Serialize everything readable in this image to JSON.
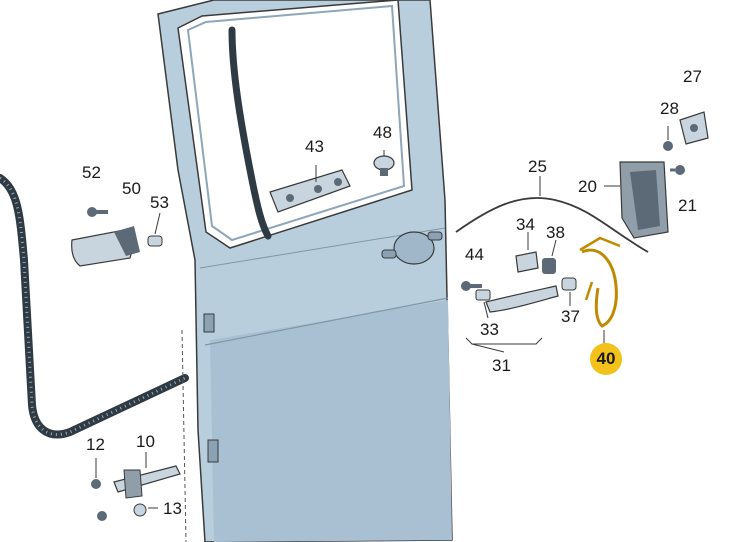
{
  "diagram": {
    "colors": {
      "door_panel": "#b9cedd",
      "door_shade": "#9fb7c9",
      "outline": "#3a3a3a",
      "seal": "#2e3b45",
      "part_fill": "#c9d5de",
      "part_dark": "#5b6a76",
      "highlight": "#f2c21b",
      "highlight_stroke": "#c08a00"
    },
    "callouts": {
      "c27": "27",
      "c28": "28",
      "c48": "48",
      "c43": "43",
      "c25": "25",
      "c52": "52",
      "c50": "50",
      "c53": "53",
      "c20": "20",
      "c21": "21",
      "c34": "34",
      "c38": "38",
      "c44": "44",
      "c33": "33",
      "c31": "31",
      "c37": "37",
      "c40": "40",
      "c12": "12",
      "c10": "10",
      "c13": "13"
    },
    "highlighted_part": "40"
  }
}
